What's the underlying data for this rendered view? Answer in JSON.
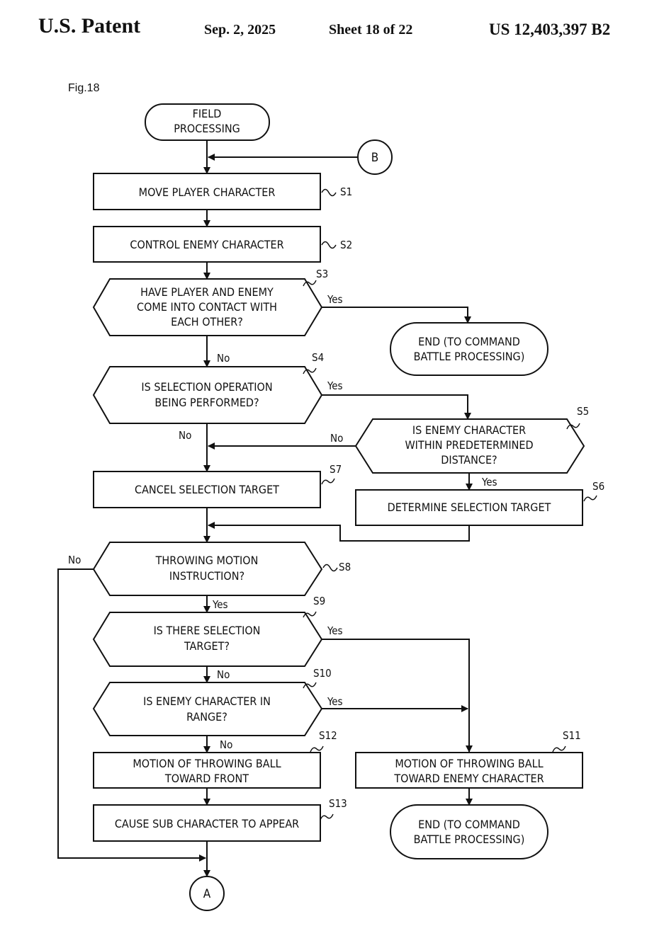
{
  "header": {
    "patent": "U.S. Patent",
    "date": "Sep. 2, 2025",
    "sheet": "Sheet 18 of 22",
    "number": "US 12,403,397 B2"
  },
  "figure_label": "Fig.18",
  "nodes": {
    "start": [
      "FIELD",
      "PROCESSING"
    ],
    "s1": [
      "MOVE PLAYER CHARACTER"
    ],
    "s2": [
      "CONTROL ENEMY CHARACTER"
    ],
    "s3": [
      "HAVE PLAYER AND ENEMY",
      "COME INTO CONTACT WITH",
      "EACH OTHER?"
    ],
    "end1": [
      "END (TO COMMAND",
      "BATTLE PROCESSING)"
    ],
    "s4": [
      "IS SELECTION OPERATION",
      "BEING PERFORMED?"
    ],
    "s5": [
      "IS ENEMY CHARACTER",
      "WITHIN PREDETERMINED",
      "DISTANCE?"
    ],
    "s7": [
      "CANCEL SELECTION TARGET"
    ],
    "s6": [
      "DETERMINE SELECTION TARGET"
    ],
    "s8": [
      "THROWING MOTION",
      "INSTRUCTION?"
    ],
    "s9": [
      "IS THERE SELECTION",
      "TARGET?"
    ],
    "s10": [
      "IS ENEMY CHARACTER IN",
      "RANGE?"
    ],
    "s12": [
      "MOTION OF THROWING BALL",
      "TOWARD FRONT"
    ],
    "s11": [
      "MOTION OF THROWING BALL",
      "TOWARD ENEMY CHARACTER"
    ],
    "s13": [
      "CAUSE SUB CHARACTER TO APPEAR"
    ],
    "end2": [
      "END (TO COMMAND",
      "BATTLE PROCESSING)"
    ]
  },
  "connectors": {
    "b": "B",
    "a": "A"
  },
  "step_labels": {
    "s1": "S1",
    "s2": "S2",
    "s3": "S3",
    "s4": "S4",
    "s5": "S5",
    "s6": "S6",
    "s7": "S7",
    "s8": "S8",
    "s9": "S9",
    "s10": "S10",
    "s11": "S11",
    "s12": "S12",
    "s13": "S13"
  },
  "branch_labels": {
    "s3_yes": "Yes",
    "s3_no": "No",
    "s4_yes": "Yes",
    "s4_no": "No",
    "s5_no": "No",
    "s5_yes": "Yes",
    "s8_no": "No",
    "s8_yes": "Yes",
    "s9_yes": "Yes",
    "s9_no": "No",
    "s10_yes": "Yes",
    "s10_no": "No"
  }
}
